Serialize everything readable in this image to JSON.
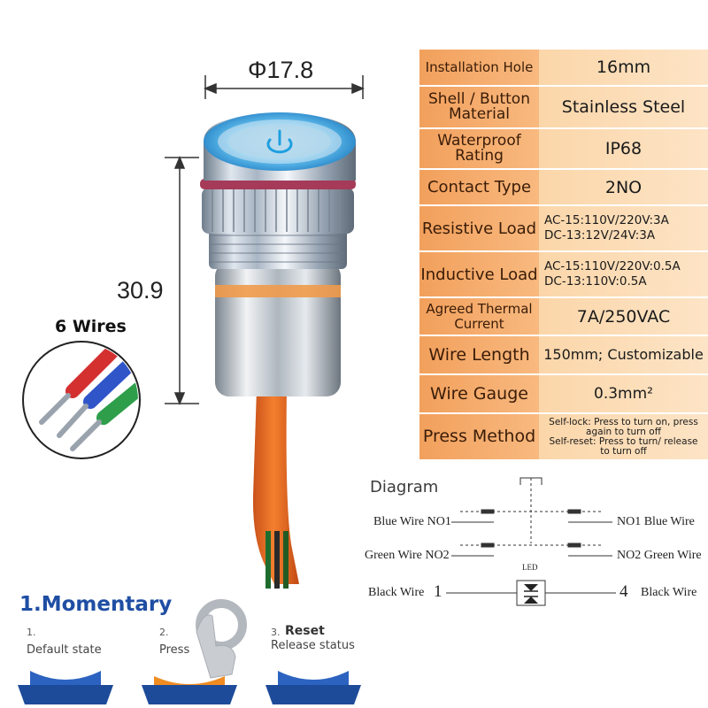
{
  "dimensions": {
    "diameter": "Φ17.8",
    "height": "30.9"
  },
  "wires_callout": {
    "label": "6 Wires"
  },
  "specs": [
    {
      "label": "Installation Hole",
      "value": [
        "16mm"
      ]
    },
    {
      "label": [
        "Shell / Button",
        "Material"
      ],
      "value": [
        "Stainless Steel"
      ]
    },
    {
      "label": [
        "Waterproof",
        "Rating"
      ],
      "value": [
        "IP68"
      ]
    },
    {
      "label": "Contact Type",
      "value": [
        "2NO"
      ]
    },
    {
      "label": "Resistive Load",
      "value": [
        "AC-15:110V/220V:3A",
        "DC-13:12V/24V:3A"
      ]
    },
    {
      "label": "Inductive Load",
      "value": [
        "AC-15:110V/220V:0.5A",
        "DC-13:110V:0.5A"
      ]
    },
    {
      "label": [
        "Agreed Thermal",
        "Current"
      ],
      "value": [
        "7A/250VAC"
      ]
    },
    {
      "label": "Wire Length",
      "value": [
        "150mm; Customizable"
      ]
    },
    {
      "label": "Wire Gauge",
      "value": [
        "0.3mm²"
      ]
    },
    {
      "label": "Press Method",
      "value": [
        "Self-lock: Press to turn on, press",
        "again to turn off",
        "Self-reset: Press to turn/ release",
        "to turn off"
      ]
    }
  ],
  "diagram": {
    "title": "Diagram",
    "blue_left": "Blue Wire NO1",
    "blue_right": "NO1 Blue Wire",
    "green_left": "Green Wire NO2",
    "green_right": "NO2 Green Wire",
    "black_left": "Black Wire",
    "black_right": "Black Wire",
    "pin_left": "1",
    "pin_right": "4",
    "led": "LED"
  },
  "momentary": {
    "title": "1.Momentary",
    "steps": [
      {
        "num": "1.",
        "label": "Default state"
      },
      {
        "num": "2.",
        "label": "Press"
      },
      {
        "num": "3.",
        "label_bold": "Reset",
        "label": "Release status"
      }
    ]
  },
  "colors": {
    "table_label_bg": "#f5aa6a",
    "table_value_bg": "#fcdcb6",
    "brand_blue": "#1f4ea3",
    "wire_blue": "#2f55c9",
    "wire_green": "#2e9e4a",
    "wire_red": "#d43030",
    "cable_orange": "#ea6a1d"
  }
}
